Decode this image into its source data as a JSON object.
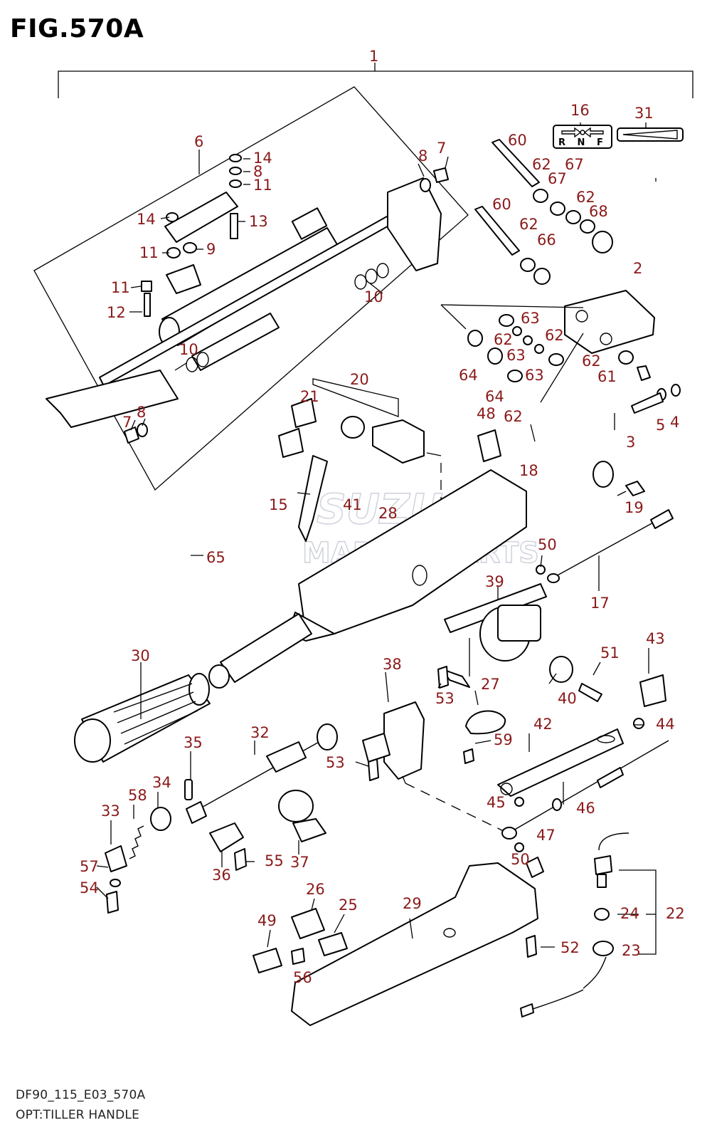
{
  "figure_title": "FIG.570A",
  "footer_code": "DF90_115_E03_570A",
  "footer_caption": "OPT:TILLER HANDLE",
  "watermark": {
    "line1": "SUZUKI",
    "line2": "MARINE PARTS"
  },
  "colors": {
    "callout": "#8b1a1a",
    "line": "#000000",
    "watermark": "#c8ccd6"
  },
  "shift_label": {
    "letters": "R N F"
  },
  "callouts": [
    "1",
    "2",
    "3",
    "4",
    "5",
    "6",
    "7",
    "8",
    "9",
    "10",
    "11",
    "12",
    "13",
    "14",
    "15",
    "16",
    "17",
    "18",
    "19",
    "20",
    "21",
    "22",
    "23",
    "24",
    "25",
    "26",
    "27",
    "28",
    "29",
    "30",
    "31",
    "32",
    "33",
    "34",
    "35",
    "36",
    "37",
    "38",
    "39",
    "40",
    "41",
    "42",
    "43",
    "44",
    "45",
    "46",
    "47",
    "48",
    "49",
    "50",
    "51",
    "52",
    "53",
    "54",
    "55",
    "56",
    "57",
    "58",
    "59",
    "60",
    "61",
    "62",
    "63",
    "64",
    "65",
    "66",
    "67",
    "68"
  ],
  "labels": [
    {
      "id": "c1",
      "text": "1"
    },
    {
      "id": "c6",
      "text": "6"
    },
    {
      "id": "c14a",
      "text": "14"
    },
    {
      "id": "c8a",
      "text": "8"
    },
    {
      "id": "c11a",
      "text": "11"
    },
    {
      "id": "c14b",
      "text": "14"
    },
    {
      "id": "c13",
      "text": "13"
    },
    {
      "id": "c11b",
      "text": "11"
    },
    {
      "id": "c9",
      "text": "9"
    },
    {
      "id": "c11c",
      "text": "11"
    },
    {
      "id": "c12",
      "text": "12"
    },
    {
      "id": "c8b",
      "text": "8"
    },
    {
      "id": "c7a",
      "text": "7"
    },
    {
      "id": "c10a",
      "text": "10"
    },
    {
      "id": "c10b",
      "text": "10"
    },
    {
      "id": "c7b",
      "text": "7"
    },
    {
      "id": "c8c",
      "text": "8"
    },
    {
      "id": "c16",
      "text": "16"
    },
    {
      "id": "c31",
      "text": "31"
    },
    {
      "id": "c60a",
      "text": "60"
    },
    {
      "id": "c62a",
      "text": "62"
    },
    {
      "id": "c67a",
      "text": "67"
    },
    {
      "id": "c67b",
      "text": "67"
    },
    {
      "id": "c62b",
      "text": "62"
    },
    {
      "id": "c68",
      "text": "68"
    },
    {
      "id": "c60b",
      "text": "60"
    },
    {
      "id": "c62c",
      "text": "62"
    },
    {
      "id": "c66",
      "text": "66"
    },
    {
      "id": "c2",
      "text": "2"
    },
    {
      "id": "c63a",
      "text": "63"
    },
    {
      "id": "c62d",
      "text": "62"
    },
    {
      "id": "c63b",
      "text": "63"
    },
    {
      "id": "c62e",
      "text": "62"
    },
    {
      "id": "c63c",
      "text": "63"
    },
    {
      "id": "c62f",
      "text": "62"
    },
    {
      "id": "c61",
      "text": "61"
    },
    {
      "id": "c64a",
      "text": "64"
    },
    {
      "id": "c64b",
      "text": "64"
    },
    {
      "id": "c62g",
      "text": "62"
    },
    {
      "id": "c3",
      "text": "3"
    },
    {
      "id": "c5",
      "text": "5"
    },
    {
      "id": "c4",
      "text": "4"
    },
    {
      "id": "c20",
      "text": "20"
    },
    {
      "id": "c21",
      "text": "21"
    },
    {
      "id": "c48",
      "text": "48"
    },
    {
      "id": "c18",
      "text": "18"
    },
    {
      "id": "c19",
      "text": "19"
    },
    {
      "id": "c15",
      "text": "15"
    },
    {
      "id": "c41",
      "text": "41"
    },
    {
      "id": "c28",
      "text": "28"
    },
    {
      "id": "c65",
      "text": "65"
    },
    {
      "id": "c50a",
      "text": "50"
    },
    {
      "id": "c17",
      "text": "17"
    },
    {
      "id": "c39",
      "text": "39"
    },
    {
      "id": "c30",
      "text": "30"
    },
    {
      "id": "c43",
      "text": "43"
    },
    {
      "id": "c51",
      "text": "51"
    },
    {
      "id": "c38",
      "text": "38"
    },
    {
      "id": "c27",
      "text": "27"
    },
    {
      "id": "c53a",
      "text": "53"
    },
    {
      "id": "c40",
      "text": "40"
    },
    {
      "id": "c44",
      "text": "44"
    },
    {
      "id": "c35",
      "text": "35"
    },
    {
      "id": "c32",
      "text": "32"
    },
    {
      "id": "c42",
      "text": "42"
    },
    {
      "id": "c59",
      "text": "59"
    },
    {
      "id": "c53b",
      "text": "53"
    },
    {
      "id": "c45",
      "text": "45"
    },
    {
      "id": "c46",
      "text": "46"
    },
    {
      "id": "c34",
      "text": "34"
    },
    {
      "id": "c58",
      "text": "58"
    },
    {
      "id": "c33",
      "text": "33"
    },
    {
      "id": "c47",
      "text": "47"
    },
    {
      "id": "c50b",
      "text": "50"
    },
    {
      "id": "c57",
      "text": "57"
    },
    {
      "id": "c55",
      "text": "55"
    },
    {
      "id": "c54",
      "text": "54"
    },
    {
      "id": "c36",
      "text": "36"
    },
    {
      "id": "c37",
      "text": "37"
    },
    {
      "id": "c26",
      "text": "26"
    },
    {
      "id": "c25",
      "text": "25"
    },
    {
      "id": "c29",
      "text": "29"
    },
    {
      "id": "c24",
      "text": "24"
    },
    {
      "id": "c22",
      "text": "22"
    },
    {
      "id": "c49",
      "text": "49"
    },
    {
      "id": "c52",
      "text": "52"
    },
    {
      "id": "c23",
      "text": "23"
    },
    {
      "id": "c56",
      "text": "56"
    }
  ]
}
